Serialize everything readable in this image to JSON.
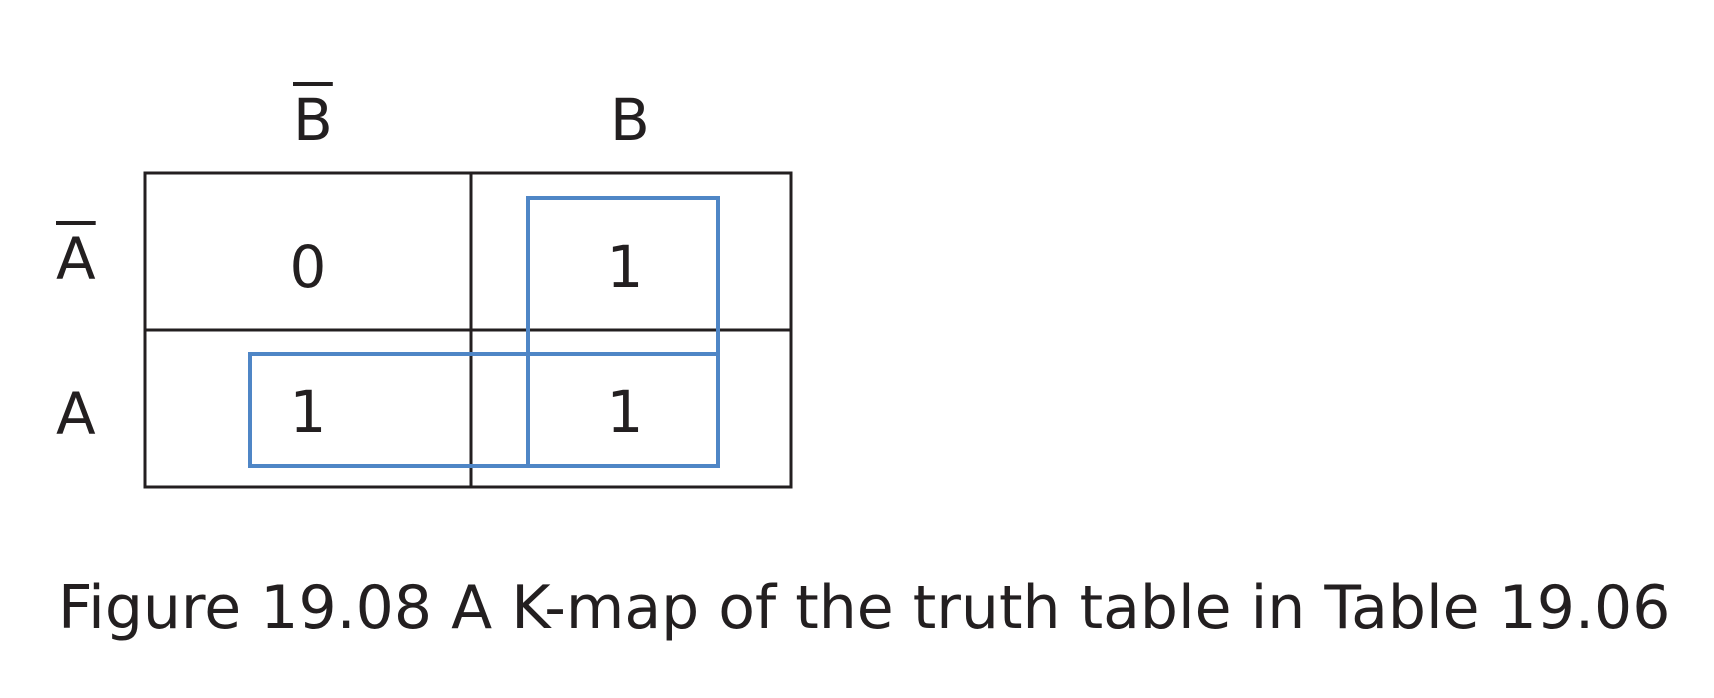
{
  "kmap": {
    "column_headers": [
      {
        "text": "B",
        "overline": true
      },
      {
        "text": "B",
        "overline": false
      }
    ],
    "row_headers": [
      {
        "text": "A",
        "overline": true
      },
      {
        "text": "A",
        "overline": false
      }
    ],
    "cells": [
      [
        "0",
        "1"
      ],
      [
        "1",
        "1"
      ]
    ],
    "group_color": "#4f86c6",
    "grid_color": "#231f20"
  },
  "caption": "Figure 19.08 A K-map of the truth table in Table 19.06"
}
